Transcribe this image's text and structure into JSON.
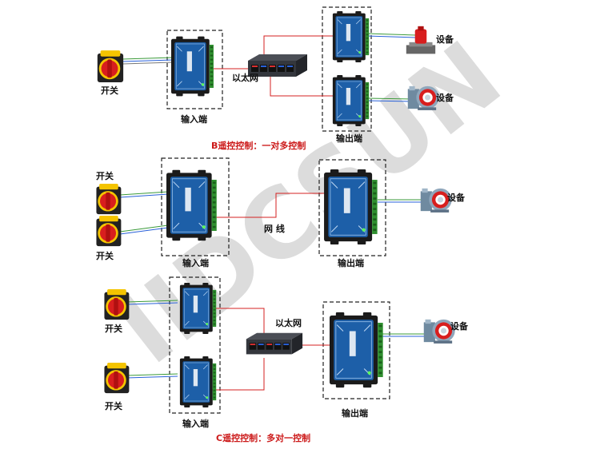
{
  "watermark": "IIDCSUN",
  "sectionB": {
    "caption": "B遥控控制：一对多控制",
    "switch_label": "开关",
    "input_label": "输入端",
    "output_label": "输出端",
    "network_label": "以太网",
    "device_label_1": "设备",
    "device_label_2": "设备"
  },
  "sectionMid": {
    "switch_label_1": "开关",
    "switch_label_2": "开关",
    "input_label": "输入端",
    "output_label": "输出端",
    "cable_label": "网 线",
    "device_label": "设备"
  },
  "sectionC": {
    "caption": "C遥控控制：多对一控制",
    "switch_label_1": "开关",
    "switch_label_2": "开关",
    "input_label": "输入端",
    "output_label": "输出端",
    "network_label": "以太网",
    "device_label": "设备"
  },
  "colors": {
    "module_blue": "#1d5fa8",
    "link_red": "#d42020",
    "wire_green": "#3a9a3a",
    "switch_red": "#d81e1e",
    "switch_yellow": "#f4c400",
    "switch_housing": "#222222",
    "caption_red": "#cc1a1a"
  }
}
